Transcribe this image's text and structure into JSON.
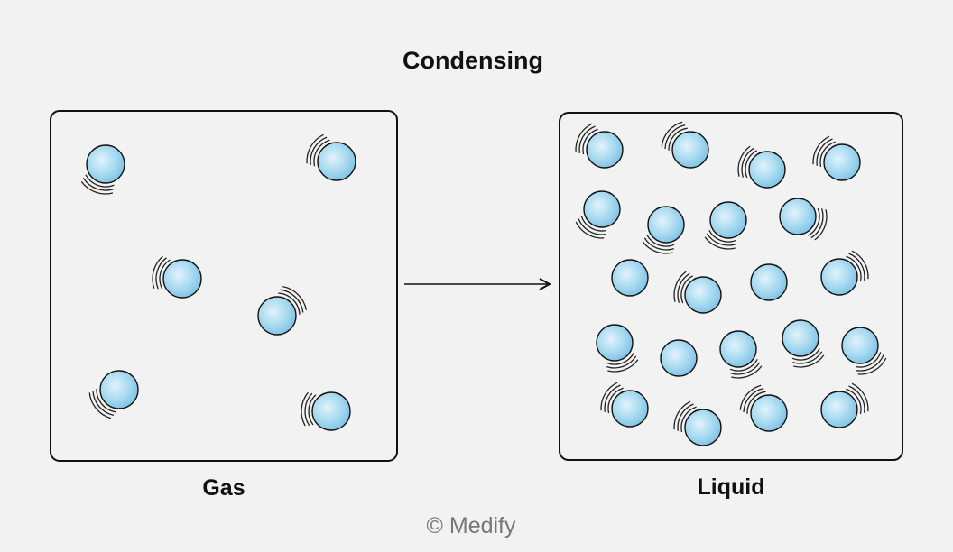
{
  "title": "Condensing",
  "gas_label": "Gas",
  "liquid_label": "Liquid",
  "credit": "© Medify",
  "colors": {
    "background": "#f2f2f2",
    "particle_fill": "#8ecbe8",
    "particle_highlight": "#e2f3fb",
    "outline": "#111111"
  },
  "icons": {
    "particle": "particle-icon",
    "motion": "motion-lines-icon",
    "arrow": "arrow-right-icon"
  }
}
